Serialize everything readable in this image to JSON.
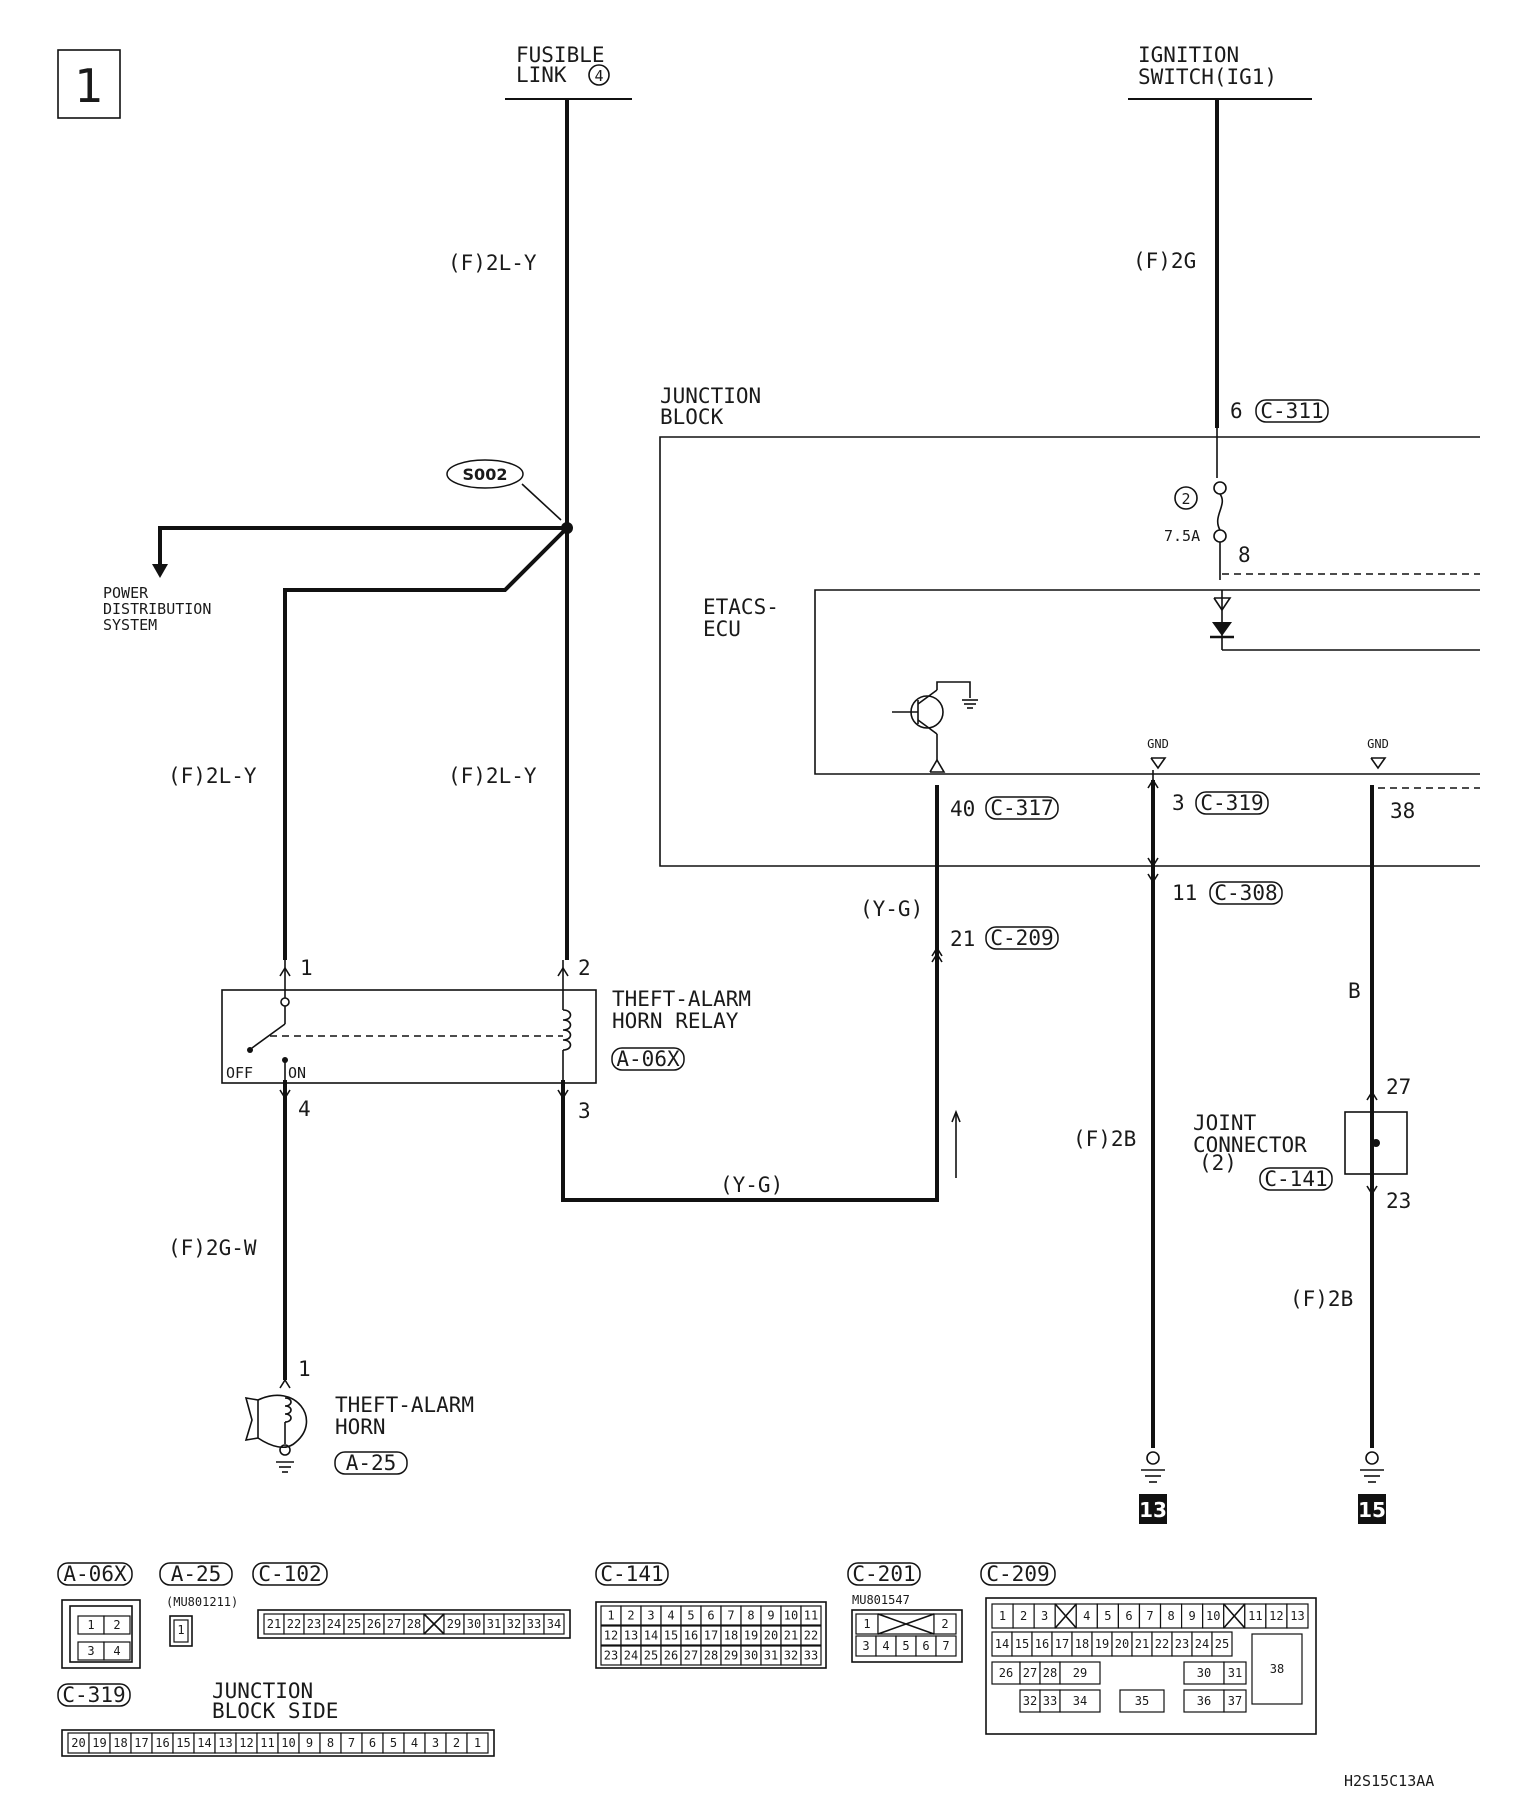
{
  "page_number": "1",
  "sources": {
    "fusible_link": {
      "line1": "FUSIBLE",
      "line2": "LINK",
      "num": "4"
    },
    "ignition": {
      "line1": "IGNITION",
      "line2": "SWITCH(IG1)"
    }
  },
  "splice": "S002",
  "power_dist": {
    "line1": "POWER",
    "line2": "DISTRIBUTION",
    "line3": "SYSTEM"
  },
  "wires": {
    "fl_main": "(F)2L-Y",
    "ig_main": "(F)2G",
    "left_branch": "(F)2L-Y",
    "mid_branch": "(F)2L-Y",
    "relay_to_horn": "(F)2G-W",
    "yg_bottom": "(Y-G)",
    "yg_right": "(Y-G)",
    "gnd_left": "(F)2B",
    "b_wire": "B",
    "gnd_right": "(F)2B"
  },
  "junction_block": {
    "line1": "JUNCTION",
    "line2": "BLOCK"
  },
  "etacs": {
    "line1": "ETACS-",
    "line2": "ECU"
  },
  "fuse": {
    "num": "2",
    "rating": "7.5A"
  },
  "gnd_label": "GND",
  "pins": {
    "p6": "6",
    "p8": "8",
    "p40": "40",
    "p3": "3",
    "p38": "38",
    "p11": "11",
    "p21": "21",
    "r1": "1",
    "r2": "2",
    "r3": "3",
    "r4": "4",
    "h1": "1",
    "j27": "27",
    "j23": "23"
  },
  "connectors": {
    "c311": "C-311",
    "c317": "C-317",
    "c319": "C-319",
    "c308": "C-308",
    "c209": "C-209",
    "a06x": "A-06X",
    "a25": "A-25",
    "c141": "C-141"
  },
  "relay": {
    "line1": "THEFT-ALARM",
    "line2": "HORN RELAY",
    "off": "OFF",
    "on": "ON"
  },
  "horn": {
    "line1": "THEFT-ALARM",
    "line2": "HORN"
  },
  "joint_connector": {
    "line1": "JOINT",
    "line2": "CONNECTOR",
    "line3": "(2)"
  },
  "ground_refs": {
    "left": "13",
    "right": "15"
  },
  "bottom": {
    "a06x": {
      "label": "A-06X",
      "pins": [
        "1",
        "2",
        "3",
        "4"
      ]
    },
    "a25": {
      "label": "A-25",
      "part": "(MU801211)",
      "pins": [
        "1"
      ]
    },
    "c102": {
      "label": "C-102",
      "pins": [
        "21",
        "22",
        "23",
        "24",
        "25",
        "26",
        "27",
        "28",
        "",
        "29",
        "30",
        "31",
        "32",
        "33",
        "34"
      ]
    },
    "c141": {
      "label": "C-141",
      "rows": [
        [
          "1",
          "2",
          "3",
          "4",
          "5",
          "6",
          "7",
          "8",
          "9",
          "10",
          "11"
        ],
        [
          "12",
          "13",
          "14",
          "15",
          "16",
          "17",
          "18",
          "19",
          "20",
          "21",
          "22"
        ],
        [
          "23",
          "24",
          "25",
          "26",
          "27",
          "28",
          "29",
          "30",
          "31",
          "32",
          "33"
        ]
      ]
    },
    "c201": {
      "label": "C-201",
      "part": "MU801547",
      "row1": [
        "1",
        "",
        "2"
      ],
      "row2": [
        "3",
        "4",
        "5",
        "6",
        "7"
      ]
    },
    "c209": {
      "label": "C-209",
      "row1": [
        "1",
        "2",
        "3",
        "",
        "4",
        "5",
        "6",
        "7",
        "8",
        "9",
        "10",
        "",
        "11",
        "12",
        "13"
      ],
      "row2": [
        "14",
        "15",
        "16",
        "17",
        "18",
        "19",
        "20",
        "21",
        "22",
        "23",
        "24",
        "25"
      ],
      "misc": [
        "26",
        "27",
        "28",
        "29",
        "30",
        "31",
        "38",
        "32",
        "33",
        "34",
        "35",
        "36",
        "37"
      ]
    },
    "c319": {
      "label": "C-319",
      "side_line1": "JUNCTION",
      "side_line2": "BLOCK SIDE",
      "pins": [
        "20",
        "19",
        "18",
        "17",
        "16",
        "15",
        "14",
        "13",
        "12",
        "11",
        "10",
        "9",
        "8",
        "7",
        "6",
        "5",
        "4",
        "3",
        "2",
        "1"
      ]
    }
  },
  "figure_code": "H2S15C13AA"
}
